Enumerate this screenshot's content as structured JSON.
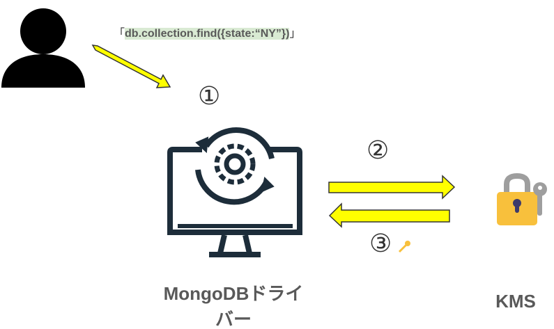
{
  "query": {
    "open_bracket": "「",
    "text": "db.collection.find({state:“NY”})",
    "close_bracket": "」"
  },
  "steps": {
    "one": "①",
    "two": "②",
    "three": "③"
  },
  "driver_label": {
    "line1": "MongoDBドライ",
    "line2": "バー"
  },
  "kms_label": "KMS",
  "colors": {
    "arrow": "#ffff00",
    "icon": "#1d2d3a",
    "lock": "#f8c03c",
    "text": "#595959"
  }
}
